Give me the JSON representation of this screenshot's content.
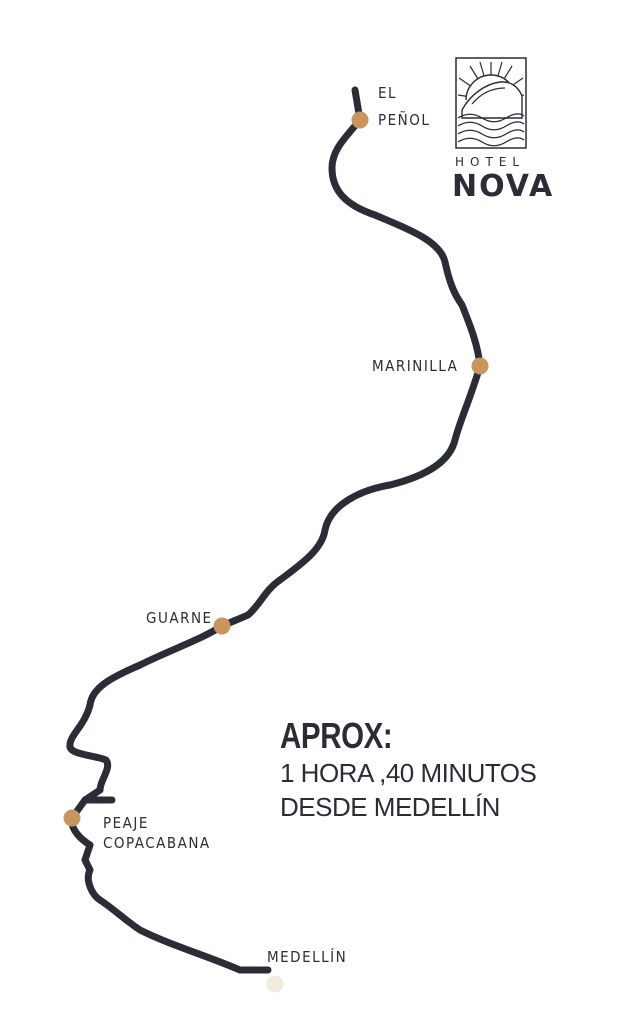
{
  "brand": {
    "top_word": "HOTEL",
    "name": "NOVA"
  },
  "stops": [
    {
      "name": "EL PEÑOL",
      "lines": [
        "EL",
        "PEÑOL"
      ]
    },
    {
      "name": "MARINILLA",
      "lines": [
        "MARINILLA"
      ]
    },
    {
      "name": "GUARNE",
      "lines": [
        "GUARNE"
      ]
    },
    {
      "name": "PEAJE COPACABANA",
      "lines": [
        "PEAJE",
        "COPACABANA"
      ]
    },
    {
      "name": "MEDELLÍN",
      "lines": [
        "MEDELLÍN"
      ]
    }
  ],
  "info": {
    "title": "APROX:",
    "line1": "1 HORA ,40 MINUTOS",
    "line2": "DESDE MEDELLÍN"
  },
  "colors": {
    "route": "#2b2d36",
    "stop_marker": "#c8955d",
    "origin_marker": "#f0ebdc",
    "text": "#2b2d36"
  }
}
